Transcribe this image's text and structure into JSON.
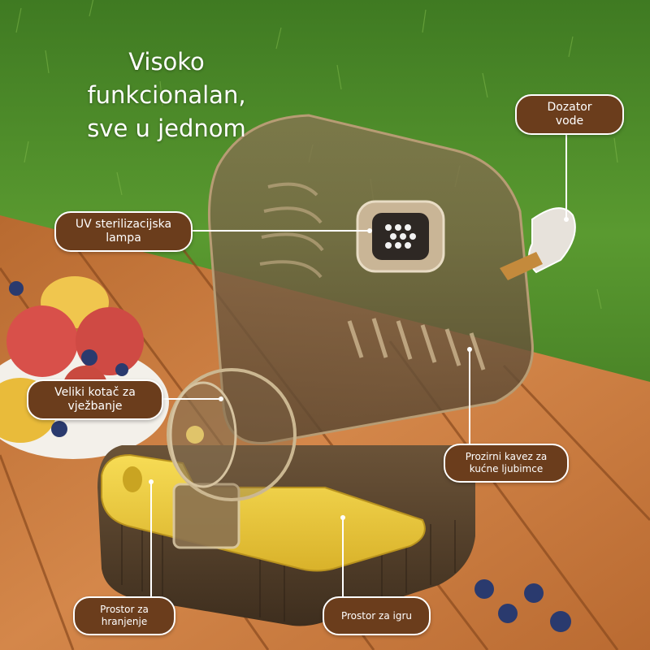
{
  "headline": {
    "lines": [
      "Visoko",
      "funkcionalan,",
      "sve u jednom"
    ],
    "color": "#ffffff"
  },
  "callouts": {
    "dispenser": {
      "line1": "Dozator",
      "line2": "vode"
    },
    "uv_lamp": {
      "line1": "UV sterilizacijska",
      "line2": "lampa"
    },
    "wheel": {
      "line1": "Veliki kotač za",
      "line2": "vježbanje"
    },
    "cage": {
      "line1": "Prozirni kavez za",
      "line2": "kućne ljubimce"
    },
    "feeding": {
      "line1": "Prostor za",
      "line2": "hranjenje"
    },
    "play": {
      "line1": "Prostor za igru"
    }
  },
  "colors": {
    "callout_fill": "#6b3d1c",
    "callout_border": "#ffffff",
    "grass": "#4f8a2a",
    "table_wood": "#c9783b",
    "cage_tint": "#6e5a3e",
    "accent_yellow": "#f2cf3a"
  }
}
